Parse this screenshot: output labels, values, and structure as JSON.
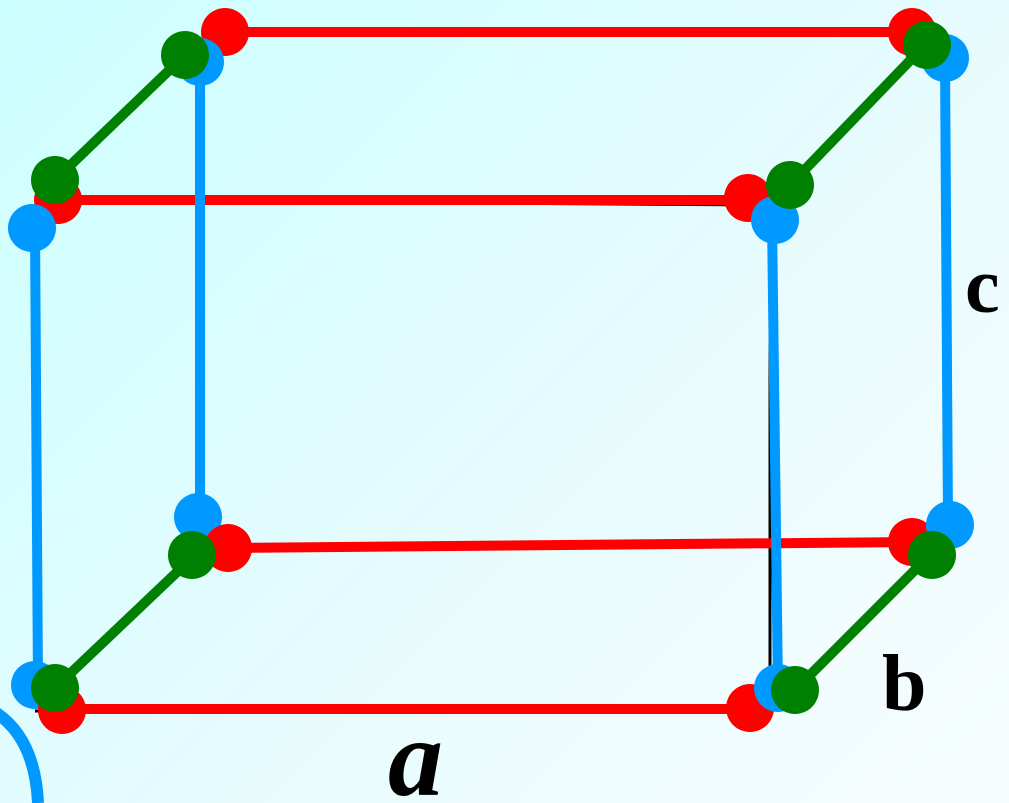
{
  "labels": {
    "a": "a",
    "b": "b",
    "c": "c"
  },
  "colors": {
    "background": "#dff9fb",
    "a_axis": "#ff0000",
    "b_axis": "#007f1f",
    "c_axis": "#0099ff",
    "frame": "#000000",
    "deco_arc": "#0099ff"
  }
}
